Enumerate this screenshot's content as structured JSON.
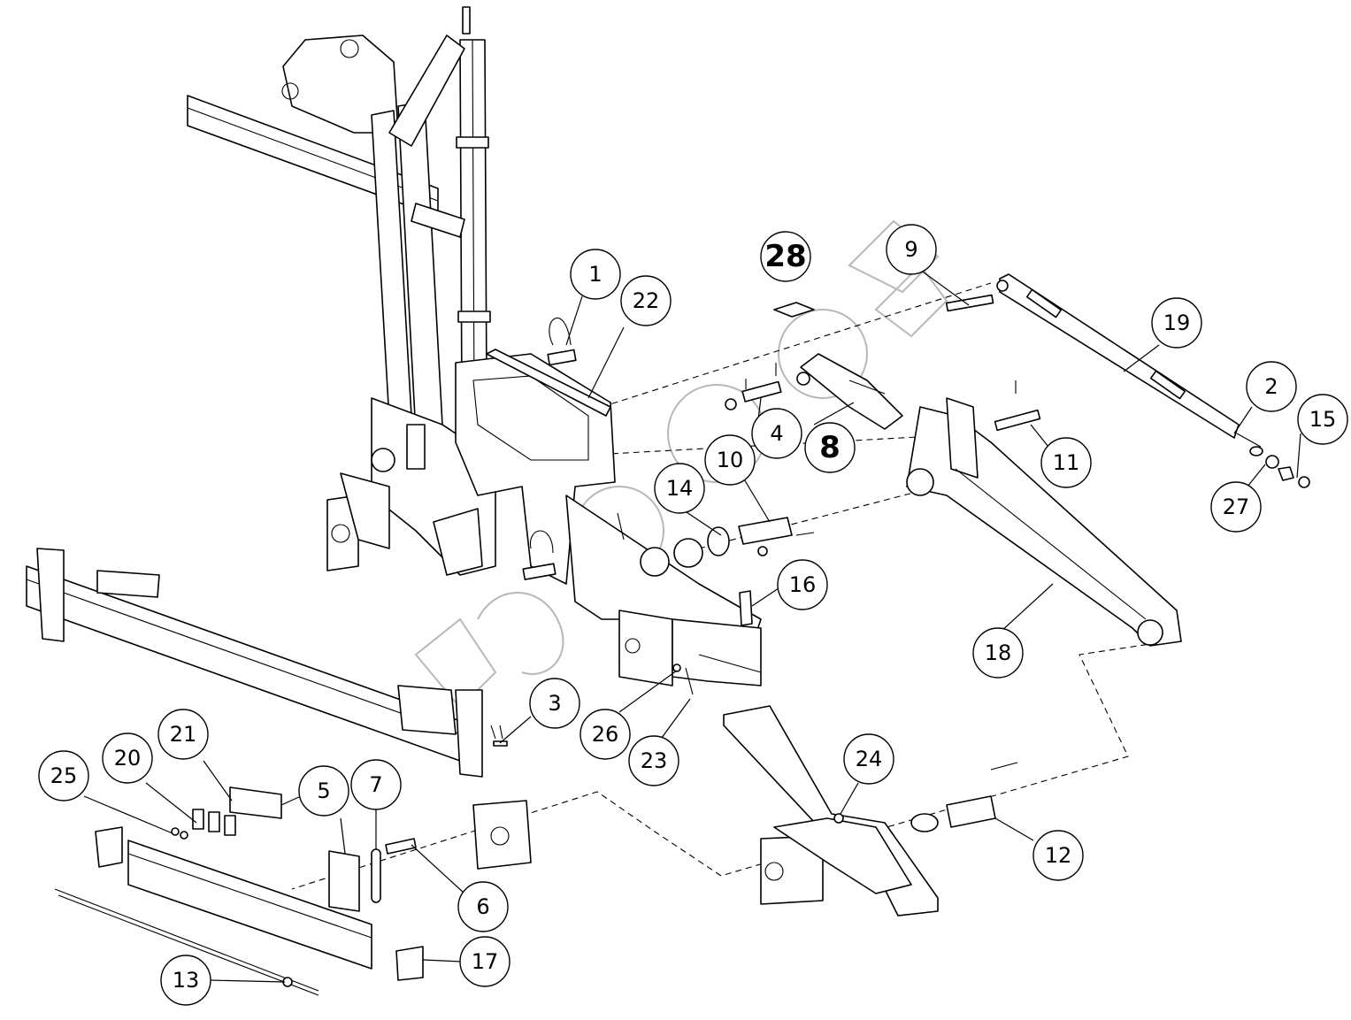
{
  "callouts": [
    {
      "label": "1"
    },
    {
      "label": "22"
    },
    {
      "label": "28"
    },
    {
      "label": "9"
    },
    {
      "label": "19"
    },
    {
      "label": "2"
    },
    {
      "label": "15"
    },
    {
      "label": "27"
    },
    {
      "label": "4"
    },
    {
      "label": "8"
    },
    {
      "label": "11"
    },
    {
      "label": "10"
    },
    {
      "label": "14"
    },
    {
      "label": "16"
    },
    {
      "label": "18"
    },
    {
      "label": "3"
    },
    {
      "label": "26"
    },
    {
      "label": "23"
    },
    {
      "label": "21"
    },
    {
      "label": "20"
    },
    {
      "label": "25"
    },
    {
      "label": "5"
    },
    {
      "label": "7"
    },
    {
      "label": "6"
    },
    {
      "label": "24"
    },
    {
      "label": "12"
    },
    {
      "label": "17"
    },
    {
      "label": "13"
    }
  ]
}
